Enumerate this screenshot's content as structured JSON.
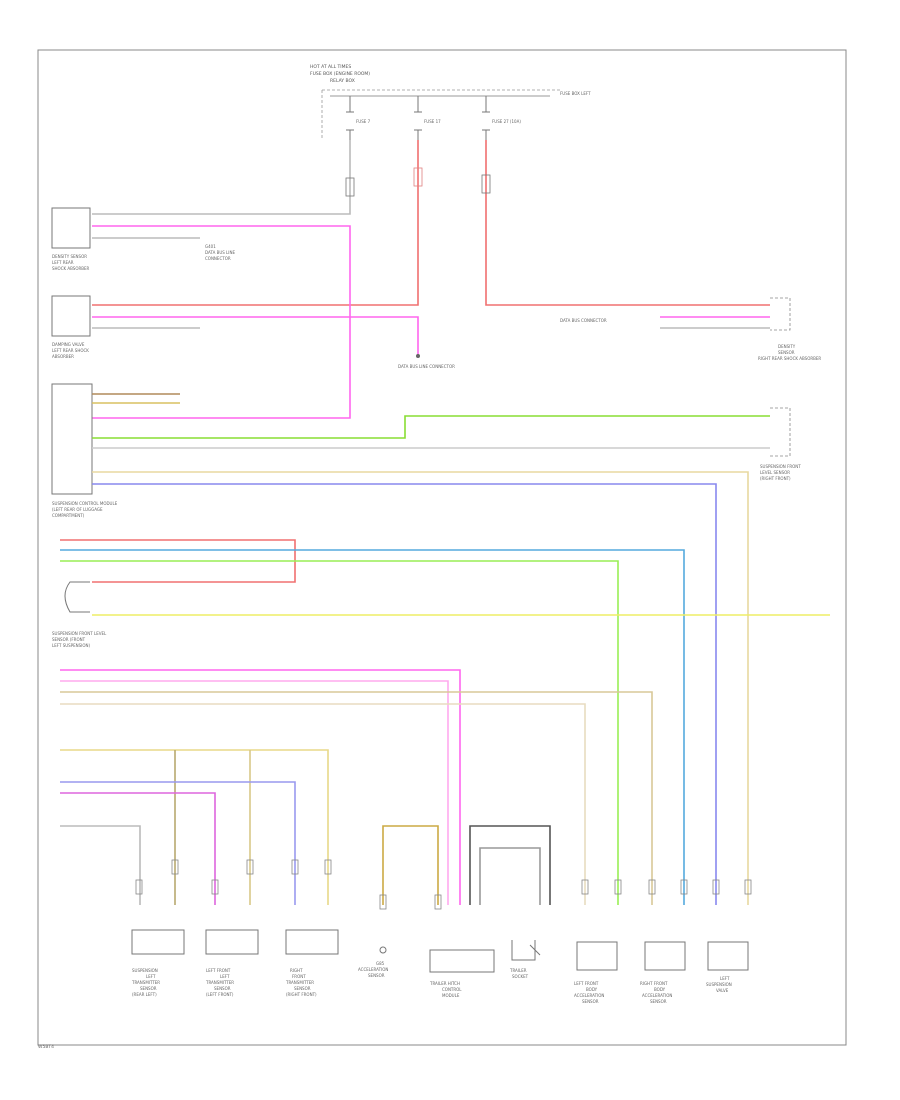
{
  "diagram": {
    "top_supply": [
      "HOT AT ALL TIMES",
      "FUSE BOX (ENGINE ROOM)",
      "RELAY BOX"
    ],
    "fuses": [
      {
        "label": "FUSE 7"
      },
      {
        "label": "FUSE 17"
      },
      {
        "label": "FUSE 27 (10A)"
      }
    ],
    "fuse_note": "FUSE BOX LEFT",
    "comp_left1": [
      "DENSITY SENSOR",
      "LEFT REAR",
      "SHOCK ABSORBER"
    ],
    "comp_left2": [
      "DAMPING VALVE",
      "LEFT REAR SHOCK",
      "ABSORBER"
    ],
    "comp_left3": [
      "SUSPENSION CONTROL MODULE",
      "(LEFT REAR OF LUGGAGE",
      "COMPARTMENT)"
    ],
    "comp_left4": [
      "SUSPENSION FRONT LEVEL",
      "SENSOR (FRONT",
      "LEFT SUSPENSION)"
    ],
    "comp_right1": [
      "DENSITY",
      "SENSOR",
      "RIGHT REAR SHOCK ABSORBER"
    ],
    "comp_right2": [
      "SUSPENSION FRONT",
      "LEVEL SENSOR",
      "(RIGHT FRONT)"
    ],
    "ground_note1": [
      "G401",
      "DATA BUS LINE",
      "CONNECTOR"
    ],
    "ground_note2": [
      "DATA BUS LINE CONNECTOR"
    ],
    "ground_note3": [
      "DATA BUS CONNECTOR"
    ],
    "bottom_components": [
      [
        "SUSPENSION",
        "LEFT",
        "TRANSMITTER",
        "SENSOR",
        "(REAR LEFT)"
      ],
      [
        "LEFT FRONT",
        "LEFT",
        "TRANSMITTER",
        "SENSOR",
        "(LEFT FRONT)"
      ],
      [
        "RIGHT",
        "FRONT",
        "TRANSMITTER",
        "SENSOR",
        "(RIGHT FRONT)"
      ],
      [
        "G85",
        "ACCELERATION",
        "SENSOR"
      ],
      [
        "TRAILER HITCH",
        "CONTROL",
        "MODULE"
      ],
      [
        "TRAILER",
        "SOCKET"
      ],
      [
        "LEFT FRONT",
        "BODY",
        "ACCELERATION",
        "SENSOR"
      ],
      [
        "RIGHT FRONT",
        "BODY",
        "ACCELERATION",
        "SENSOR"
      ],
      [
        "LEFT",
        "SUSPENSION",
        "VALVE"
      ]
    ],
    "footer_code": "W5BT4"
  }
}
